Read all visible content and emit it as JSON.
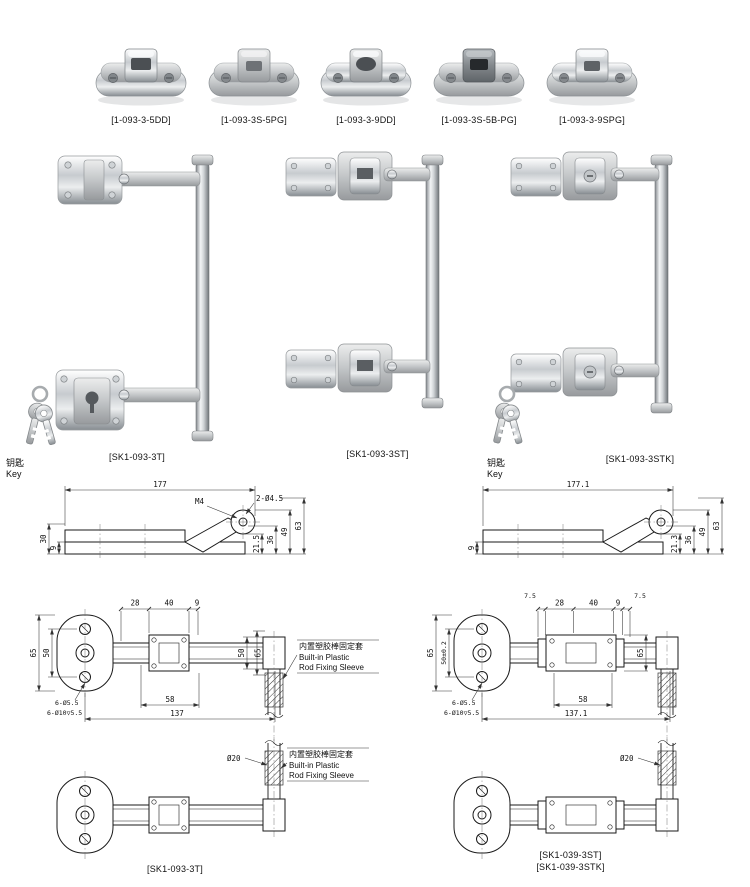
{
  "products": {
    "items": [
      {
        "label": "[1-093-3-5DD]"
      },
      {
        "label": "[1-093-3S-5PG]"
      },
      {
        "label": "[1-093-3-9DD]"
      },
      {
        "label": "[1-093-3S-5B-PG]"
      },
      {
        "label": "[1-093-3-9SPG]"
      }
    ]
  },
  "assemblies": {
    "key_cn": "钥匙",
    "key_en": "Key",
    "items": [
      {
        "label": "[SK1-093-3T]"
      },
      {
        "label": "[SK1-093-3ST]"
      },
      {
        "label": "[SK1-093-3STK]"
      }
    ]
  },
  "side_left": {
    "width_dim": "177",
    "thread_label": "M4",
    "holes_label": "2-Ø4.5",
    "right_dims": [
      "21.5",
      "36",
      "49",
      "63"
    ],
    "left_dims": [
      "30",
      "9"
    ]
  },
  "side_right": {
    "width_dim": "177.1",
    "right_dims": [
      "21.3",
      "36",
      "49",
      "63"
    ],
    "left_dims": [
      "9"
    ]
  },
  "plan_left": {
    "top_dims": [
      "28",
      "40",
      "9"
    ],
    "plate_dims": [
      "65",
      "50"
    ],
    "rod_side_dims": [
      "50",
      "65"
    ],
    "bottom_dims": [
      "58",
      "137"
    ],
    "holes_small": "6-Ø5.5",
    "holes_large": "6-Ø10▽5.5",
    "note_cn": "内置塑胶棒固定套",
    "note_en1": "Built-in Plastic",
    "note_en2": "Rod Fixing Sleeve",
    "rod_diameter": "Ø20",
    "caption": "[SK1-093-3T]"
  },
  "plan_right": {
    "top_dims": [
      "7.5",
      "28",
      "40",
      "9",
      "7.5"
    ],
    "plate_dims": [
      "65",
      "50±0.2"
    ],
    "rod_side_dims": [
      "65"
    ],
    "bottom_dims": [
      "58",
      "137.1"
    ],
    "holes_small": "6-Ø5.5",
    "holes_large": "6-Ø10▽5.5",
    "rod_diameter": "Ø20",
    "captions": [
      "[SK1-039-3ST]",
      "[SK1-039-3STK]"
    ]
  }
}
